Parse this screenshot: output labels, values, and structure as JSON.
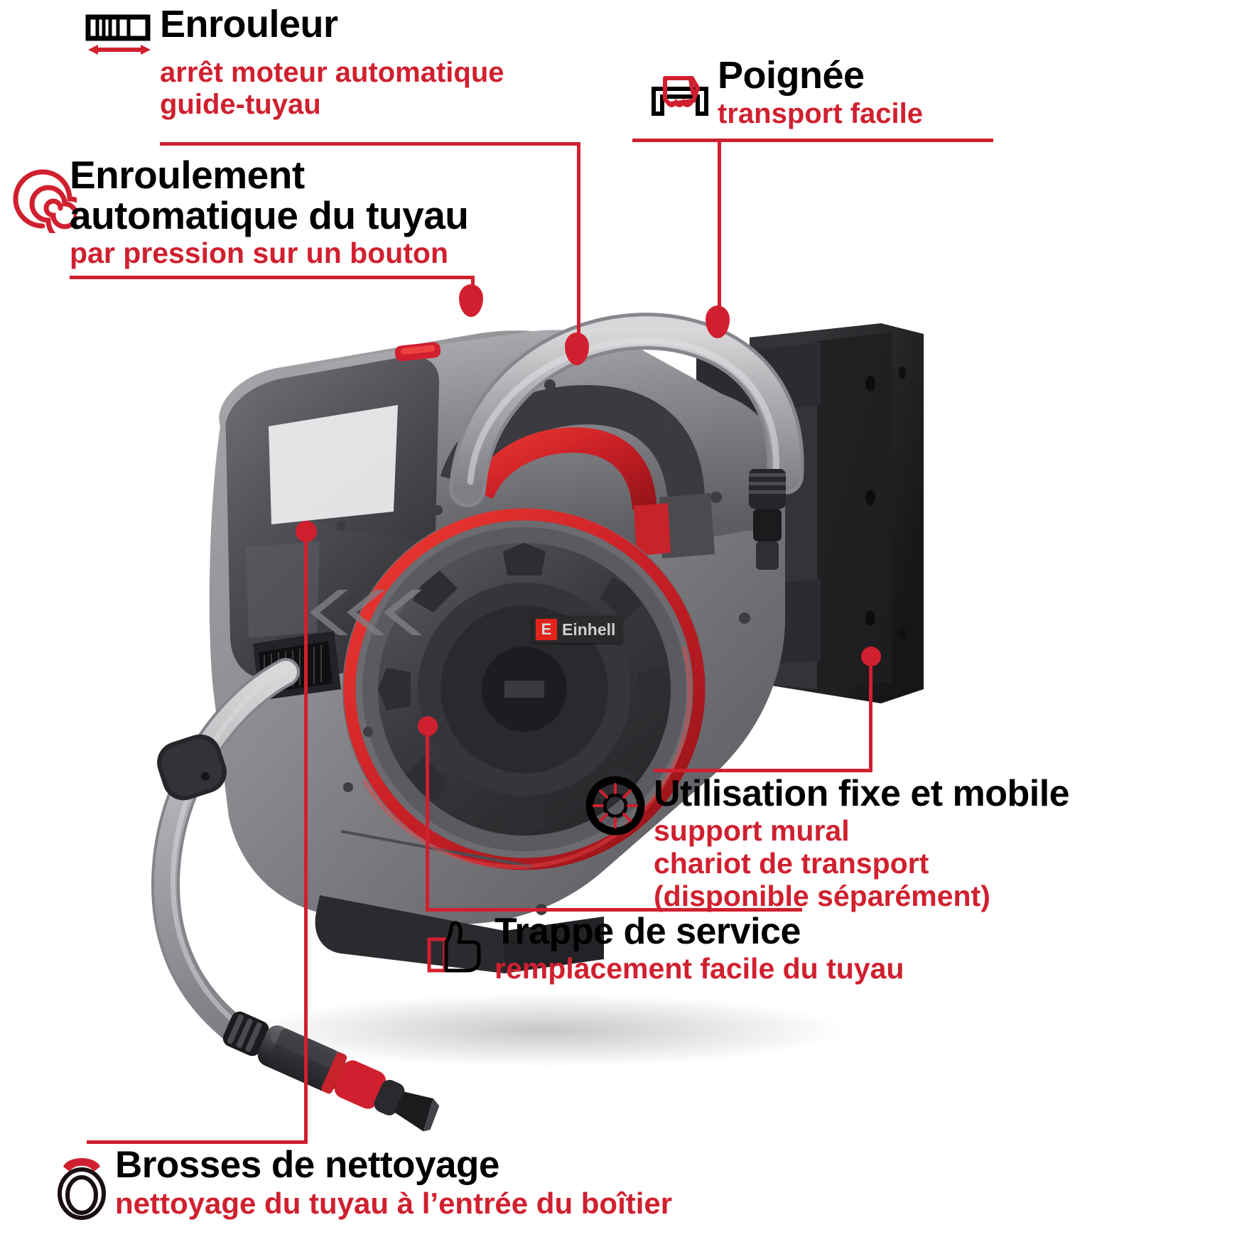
{
  "theme": {
    "accent_red": "#d0202f",
    "headline_black": "#000000",
    "background": "#ffffff"
  },
  "product": {
    "brand": "Einhell",
    "logo_letter": "E",
    "alt": "Automatic wall-mounted garden hose reel with spray nozzle"
  },
  "callouts": [
    {
      "id": "enrouleur",
      "icon": "hose-reel-extension-icon",
      "headline": "Enrouleur",
      "sublines": [
        "arrêt moteur automatique",
        "guide-tuyau"
      ]
    },
    {
      "id": "poignee",
      "icon": "hand-grip-handle-icon",
      "headline": "Poignée",
      "sublines": [
        "transport facile"
      ]
    },
    {
      "id": "enroulement-automatique",
      "icon": "spiral-icon",
      "headline": "Enroulement automatique du tuyau",
      "headline_lines": [
        "Enroulement",
        "automatique du tuyau"
      ],
      "sublines": [
        "par pression sur un bouton"
      ]
    },
    {
      "id": "utilisation-fixe-mobile",
      "icon": "wheel-icon",
      "headline": "Utilisation fixe et mobile",
      "sublines": [
        "support mural",
        "chariot de transport",
        "(disponible séparément)"
      ]
    },
    {
      "id": "trappe-de-service",
      "icon": "thumbs-up-icon",
      "headline": "Trappe de service",
      "sublines": [
        "remplacement facile du tuyau"
      ]
    },
    {
      "id": "brosses-de-nettoyage",
      "icon": "cleaning-brush-icon",
      "headline": "Brosses de nettoyage",
      "sublines": [
        "nettoyage du tuyau à l’entrée du boîtier"
      ]
    }
  ]
}
